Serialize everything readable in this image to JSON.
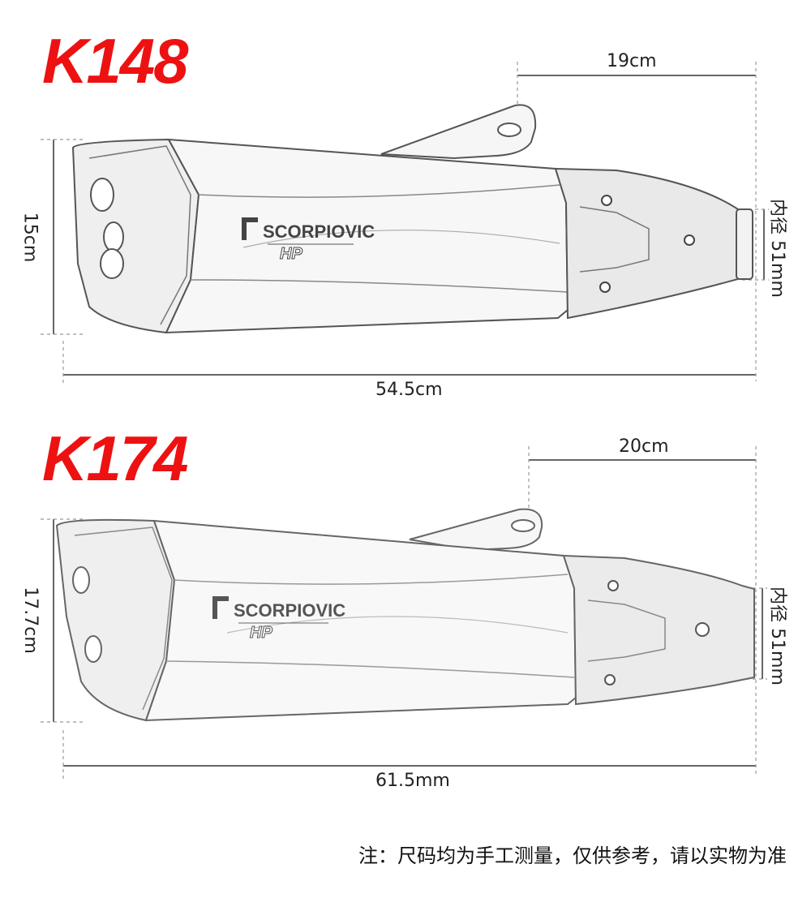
{
  "products": [
    {
      "model": "K148",
      "brand": "SCORPIOVIC",
      "sub_logo": "HP",
      "dimensions": {
        "length": "54.5cm",
        "height": "15cm",
        "bracket_span": "19cm",
        "inner_diameter": "内径 51mm"
      }
    },
    {
      "model": "K174",
      "brand": "SCORPIOVIC",
      "sub_logo": "HP",
      "dimensions": {
        "length": "61.5mm",
        "height": "17.7cm",
        "bracket_span": "20cm",
        "inner_diameter": "内径 51mm"
      }
    }
  ],
  "note": "注：尺码均为手工测量，仅供参考，请以实物为准"
}
